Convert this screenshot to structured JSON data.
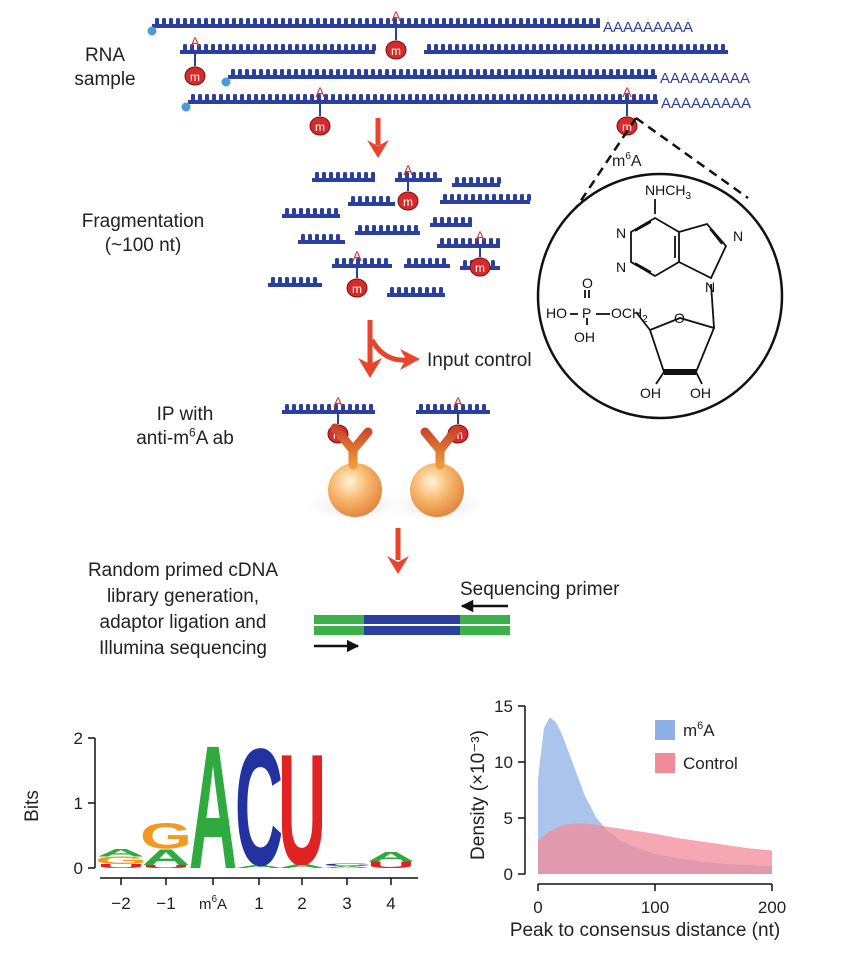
{
  "steps": {
    "rna_sample": {
      "line1": "RNA",
      "line2": "sample"
    },
    "fragmentation": {
      "line1": "Fragmentation",
      "line2": "(~100 nt)"
    },
    "input_control": "Input control",
    "ip": {
      "line1": "IP with",
      "line2_pre": "anti-m",
      "line2_sup": "6",
      "line2_post": "A ab"
    },
    "library": {
      "line1": "Random primed cDNA",
      "line2": "library generation,",
      "line3": "adaptor ligation and",
      "line4": "Illumina sequencing"
    },
    "sequencing_primer": "Sequencing primer"
  },
  "rna": {
    "poly_a": "AAAAAAAAA",
    "site_letter": "A",
    "mod_letter": "m"
  },
  "m6a_structure": {
    "title_pre": "m",
    "title_sup": "6",
    "title_post": "A",
    "nhch3": "NHCH",
    "nhch3_sub": "3",
    "n": "N",
    "o": "O",
    "p": "P",
    "ho": "HO",
    "oh": "OH",
    "och2": "OCH",
    "och2_sub": "2"
  },
  "colors": {
    "rna_strand": "#2a3f9e",
    "modification": "#d62b2b",
    "arrow": "#e8452c",
    "adaptor": "#3cb04a",
    "m6a_series": "#8fb0e6",
    "control_series": "#f28b98"
  },
  "chart_data": [
    {
      "type": "sequence-logo",
      "ylabel": "Bits",
      "ylim": [
        0,
        2
      ],
      "yticks": [
        "0",
        "1",
        "2"
      ],
      "x_tick_labels": [
        "−2",
        "−1",
        "m6A",
        "1",
        "2",
        "3",
        "4"
      ],
      "x_tick_label_m6a": {
        "pre": "m",
        "sup": "6",
        "post": "A"
      },
      "positions": [
        {
          "x": "-2",
          "letters": [
            {
              "base": "G",
              "bits": 0.12
            },
            {
              "base": "A",
              "bits": 0.12
            },
            {
              "base": "U",
              "bits": 0.06
            }
          ]
        },
        {
          "x": "-1",
          "letters": [
            {
              "base": "G",
              "bits": 0.4
            },
            {
              "base": "A",
              "bits": 0.25
            },
            {
              "base": "U",
              "bits": 0.05
            }
          ]
        },
        {
          "x": "m6A",
          "letters": [
            {
              "base": "A",
              "bits": 1.95
            }
          ]
        },
        {
          "x": "1",
          "letters": [
            {
              "base": "C",
              "bits": 1.85
            },
            {
              "base": "A",
              "bits": 0.05
            }
          ]
        },
        {
          "x": "2",
          "letters": [
            {
              "base": "U",
              "bits": 1.75
            },
            {
              "base": "A",
              "bits": 0.06
            }
          ]
        },
        {
          "x": "3",
          "letters": [
            {
              "base": "C",
              "bits": 0.04
            },
            {
              "base": "A",
              "bits": 0.03
            }
          ]
        },
        {
          "x": "4",
          "letters": [
            {
              "base": "A",
              "bits": 0.15
            },
            {
              "base": "U",
              "bits": 0.1
            }
          ]
        }
      ],
      "base_colors": {
        "A": "#2eaa3f",
        "C": "#2233a0",
        "G": "#f29a1f",
        "U": "#e02222"
      }
    },
    {
      "type": "area",
      "xlabel": "Peak to consensus distance (nt)",
      "ylabel": "Density (×10⁻³)",
      "xlim": [
        0,
        200
      ],
      "ylim": [
        0,
        15
      ],
      "xticks": [
        0,
        100,
        200
      ],
      "yticks": [
        0,
        5,
        10,
        15
      ],
      "legend": "top-right",
      "series": [
        {
          "name": "m6A",
          "name_parts": {
            "pre": "m",
            "sup": "6",
            "post": "A"
          },
          "color": "#8fb0e6",
          "x": [
            0,
            5,
            10,
            15,
            20,
            25,
            30,
            35,
            40,
            50,
            60,
            70,
            80,
            100,
            120,
            140,
            160,
            180,
            200
          ],
          "y": [
            8.5,
            13.0,
            14.0,
            13.6,
            12.6,
            11.2,
            9.8,
            8.4,
            7.0,
            5.0,
            3.8,
            3.0,
            2.5,
            1.8,
            1.4,
            1.1,
            0.9,
            0.8,
            0.7
          ]
        },
        {
          "name": "Control",
          "color": "#f28b98",
          "x": [
            0,
            10,
            20,
            30,
            40,
            50,
            60,
            80,
            100,
            120,
            140,
            160,
            180,
            200
          ],
          "y": [
            3.0,
            3.8,
            4.3,
            4.5,
            4.5,
            4.4,
            4.2,
            3.9,
            3.6,
            3.2,
            2.9,
            2.6,
            2.3,
            2.1
          ]
        }
      ]
    }
  ]
}
